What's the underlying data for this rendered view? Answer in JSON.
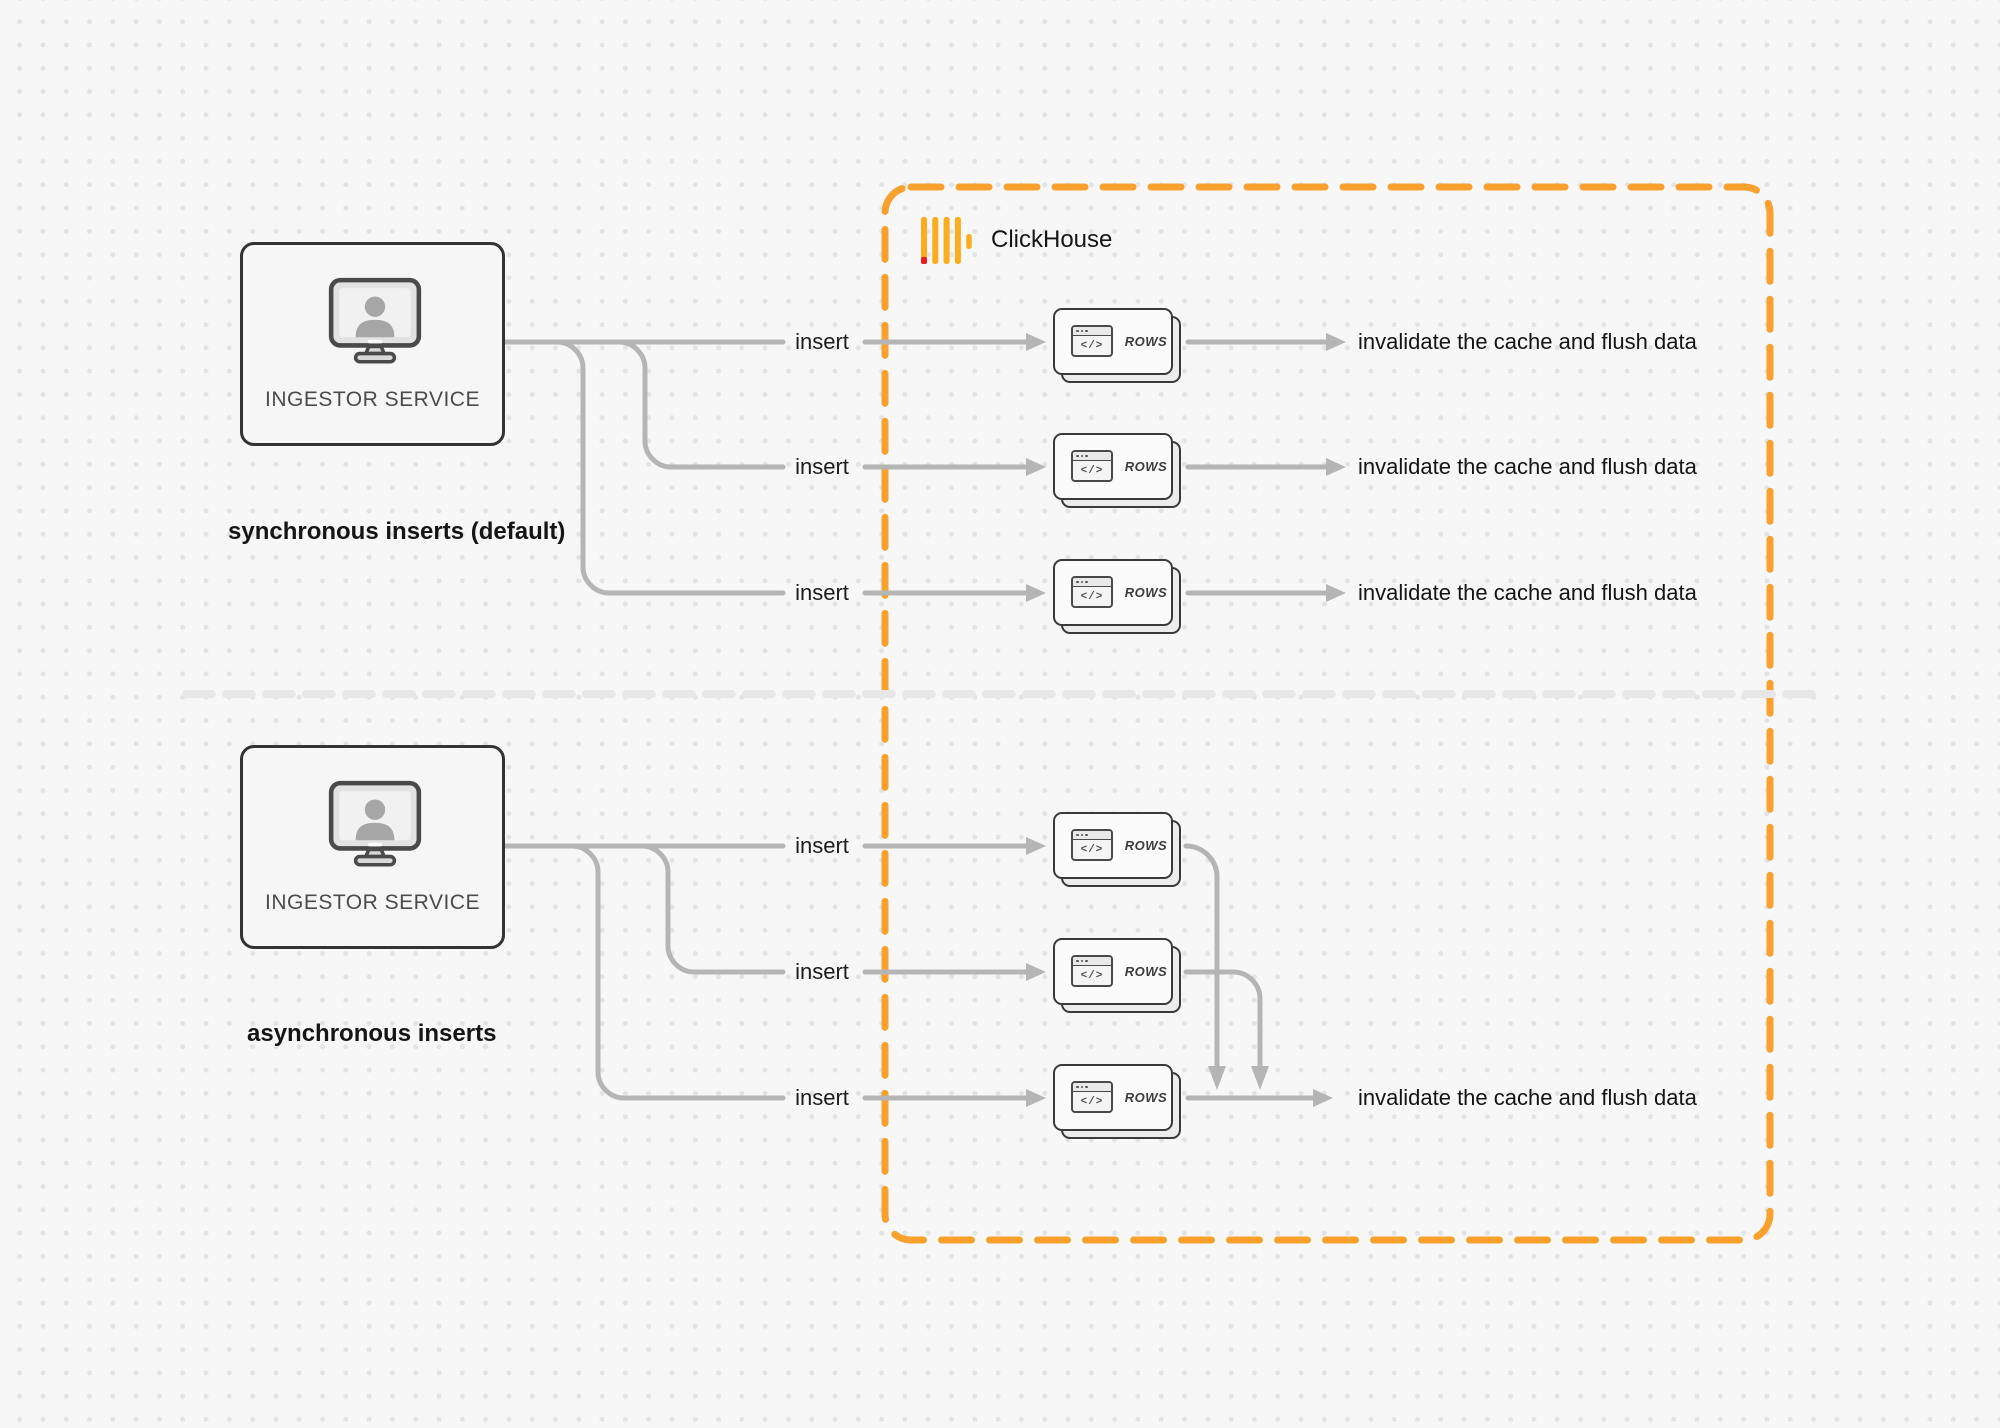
{
  "clickhouse": {
    "label": "ClickHouse",
    "logo_icon": "clickhouse-logo-icon",
    "border_color": "#f9a12f",
    "logo_yellow": "#faad1d",
    "logo_red": "#ee1c25"
  },
  "sync_section": {
    "caption": "synchronous inserts (default)",
    "service": {
      "label": "INGESTOR SERVICE",
      "icon": "monitor-user-icon"
    },
    "flows": [
      {
        "insert_label": "insert",
        "table_label": "ROWS",
        "result_label": "invalidate the cache and flush data"
      },
      {
        "insert_label": "insert",
        "table_label": "ROWS",
        "result_label": "invalidate the cache and flush data"
      },
      {
        "insert_label": "insert",
        "table_label": "ROWS",
        "result_label": "invalidate the cache and flush data"
      }
    ]
  },
  "async_section": {
    "caption": "asynchronous inserts",
    "service": {
      "label": "INGESTOR SERVICE",
      "icon": "monitor-user-icon"
    },
    "flows": [
      {
        "insert_label": "insert",
        "table_label": "ROWS"
      },
      {
        "insert_label": "insert",
        "table_label": "ROWS"
      },
      {
        "insert_label": "insert",
        "table_label": "ROWS",
        "result_label": "invalidate the cache and flush data"
      }
    ]
  },
  "icons": {
    "rows_card_icon": "code-window-icon",
    "code_glyph": "</>"
  },
  "colors": {
    "arrow": "#b5b5b5",
    "divider": "#e7e7e8",
    "card_border": "#3a3a3a",
    "box_border": "#333333",
    "background": "#f7f7f8",
    "dot_grid": "#e2e3e5"
  }
}
